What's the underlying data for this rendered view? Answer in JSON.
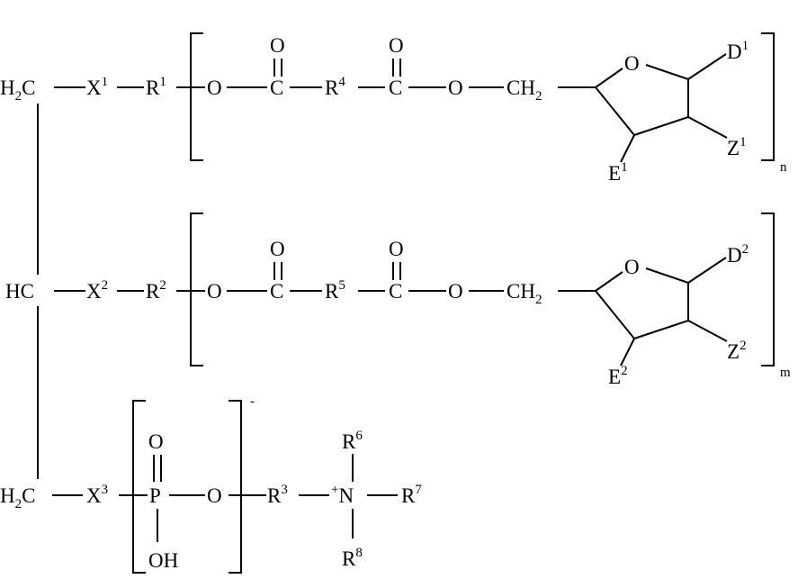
{
  "row1": {
    "h2c": {
      "a": "H",
      "sub": "2",
      "b": "C"
    },
    "x": {
      "base": "X",
      "sup": "1"
    },
    "r": {
      "base": "R",
      "sup": "1"
    },
    "o1": "O",
    "c1": "C",
    "c1_o": "O",
    "r_mid": {
      "base": "R",
      "sup": "4"
    },
    "c2": "C",
    "c2_o": "O",
    "o2": "O",
    "ch2": {
      "a": "CH",
      "sub": "2"
    },
    "ring_o": "O",
    "d": {
      "base": "D",
      "sup": "1"
    },
    "z": {
      "base": "Z",
      "sup": "1"
    },
    "e": {
      "base": "E",
      "sup": "1"
    },
    "repeat": "n"
  },
  "row2": {
    "hc": "HC",
    "x": {
      "base": "X",
      "sup": "2"
    },
    "r": {
      "base": "R",
      "sup": "2"
    },
    "o1": "O",
    "c1": "C",
    "c1_o": "O",
    "r_mid": {
      "base": "R",
      "sup": "5"
    },
    "c2": "C",
    "c2_o": "O",
    "o2": "O",
    "ch2": {
      "a": "CH",
      "sub": "2"
    },
    "ring_o": "O",
    "d": {
      "base": "D",
      "sup": "2"
    },
    "z": {
      "base": "Z",
      "sup": "2"
    },
    "e": {
      "base": "E",
      "sup": "2"
    },
    "repeat": "m"
  },
  "row3": {
    "h2c": {
      "a": "H",
      "sub": "2",
      "b": "C"
    },
    "x": {
      "base": "X",
      "sup": "3"
    },
    "p": "P",
    "p_o": "O",
    "oh": "OH",
    "o": "O",
    "charge": "-",
    "r3": {
      "base": "R",
      "sup": "3"
    },
    "n": {
      "plus": "+",
      "base": "N"
    },
    "r6": {
      "base": "R",
      "sup": "6"
    },
    "r7": {
      "base": "R",
      "sup": "7"
    },
    "r8": {
      "base": "R",
      "sup": "8"
    }
  }
}
